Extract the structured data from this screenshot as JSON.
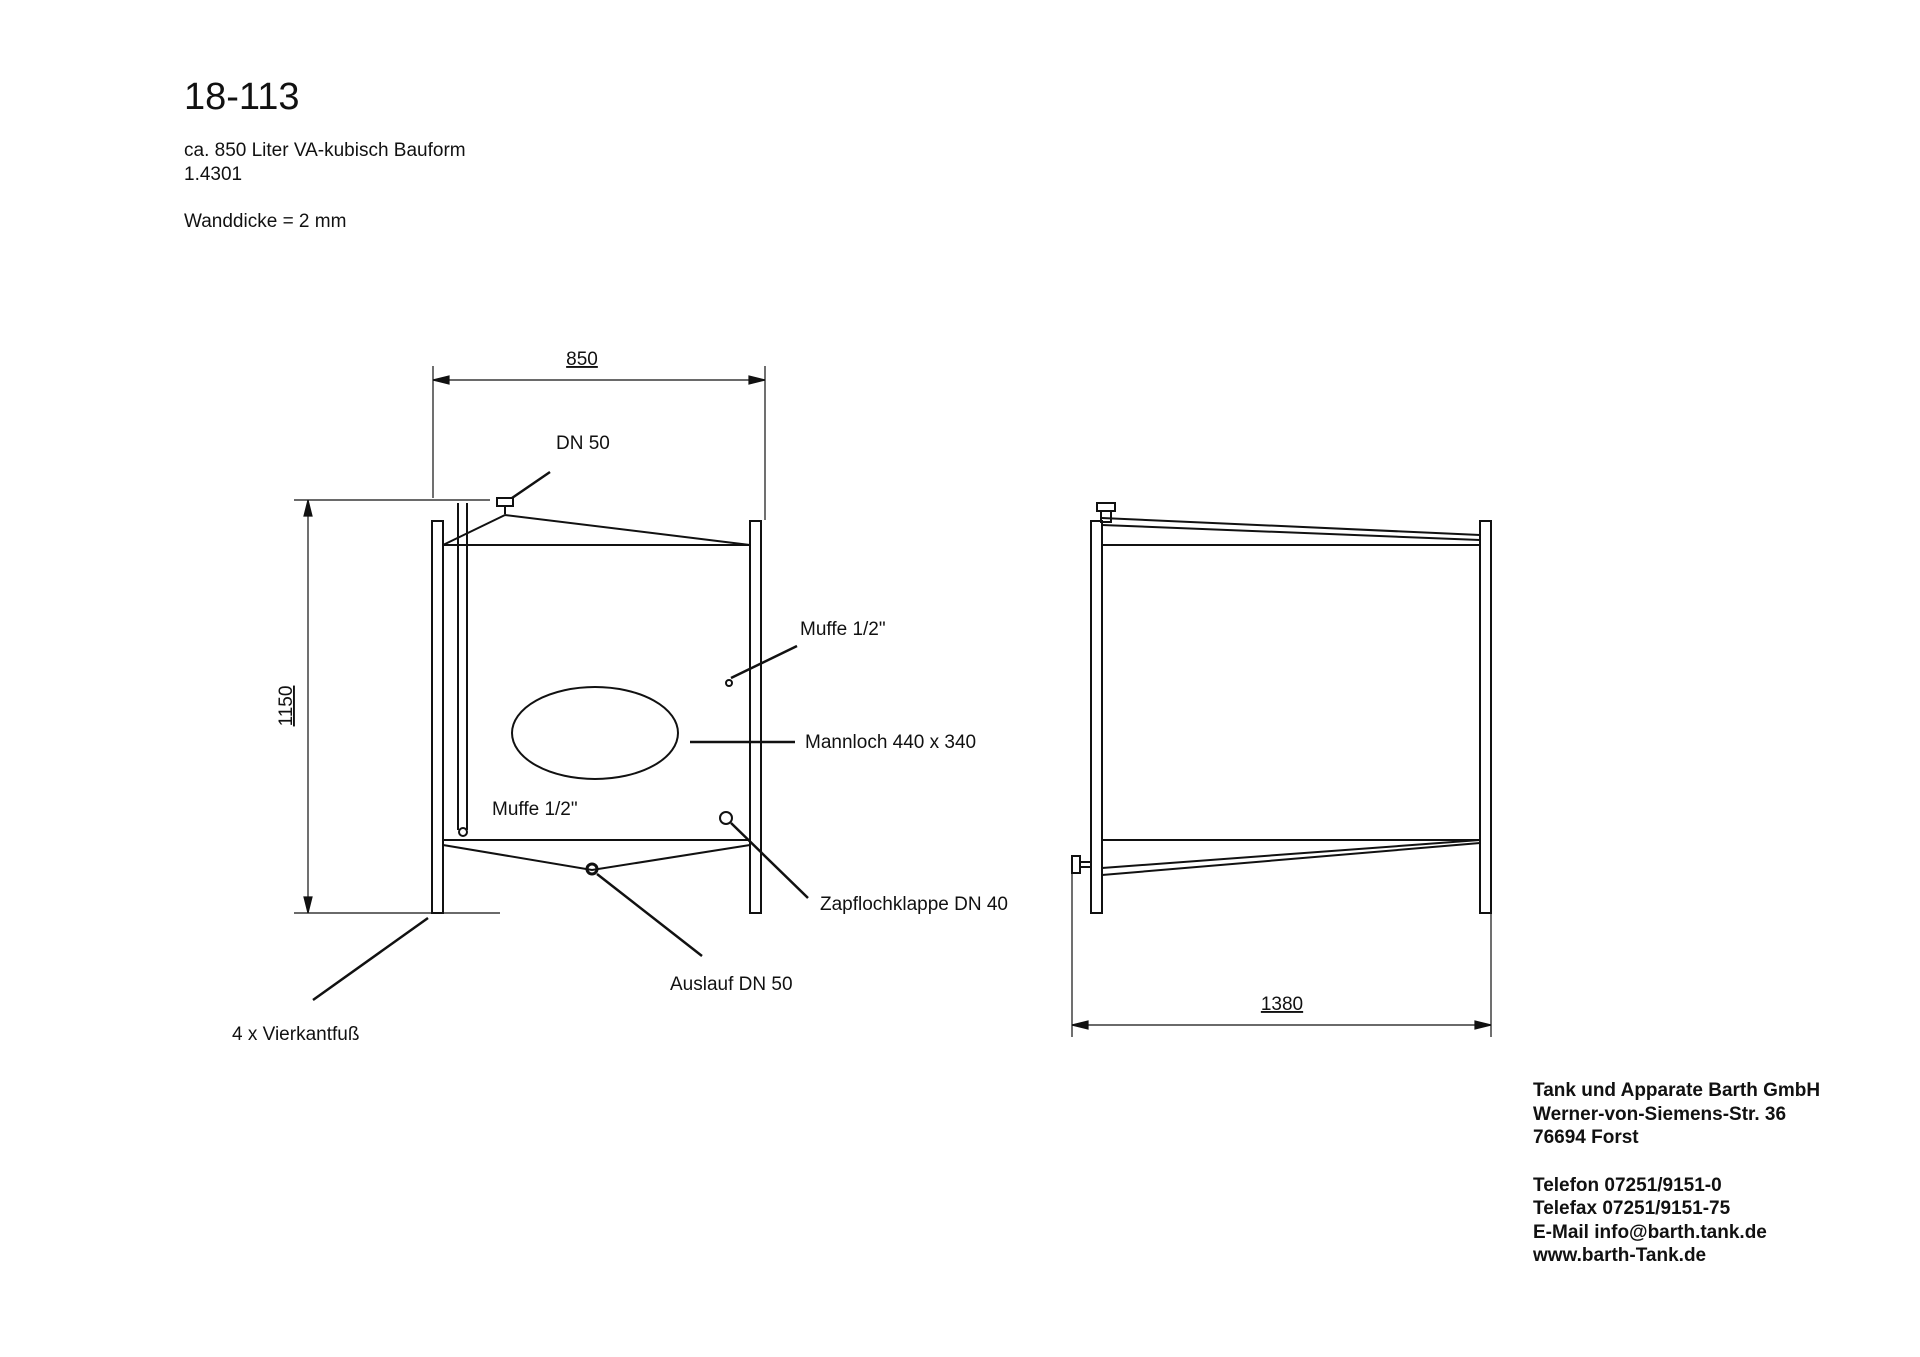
{
  "drawing": {
    "number": "18-113",
    "description": "ca. 850 Liter VA-kubisch Bauform",
    "material": "1.4301",
    "wall": "Wanddicke = 2 mm"
  },
  "front_view": {
    "width_dim": "850",
    "height_dim": "1150",
    "labels": {
      "top_nozzle": "DN 50",
      "socket_upper": "Muffe 1/2\"",
      "manhole": "Mannloch 440 x 340",
      "socket_lower": "Muffe 1/2\"",
      "tap_valve": "Zapflochklappe DN 40",
      "outlet": "Auslauf DN 50",
      "feet": "4 x Vierkantfuß"
    }
  },
  "side_view": {
    "length_dim": "1380"
  },
  "company": {
    "name": "Tank und Apparate Barth GmbH",
    "street": "Werner-von-Siemens-Str. 36",
    "city": "76694 Forst",
    "phone": "Telefon 07251/9151-0",
    "fax": "Telefax 07251/9151-75",
    "email": "E-Mail info@barth.tank.de",
    "web": "www.barth-Tank.de"
  }
}
